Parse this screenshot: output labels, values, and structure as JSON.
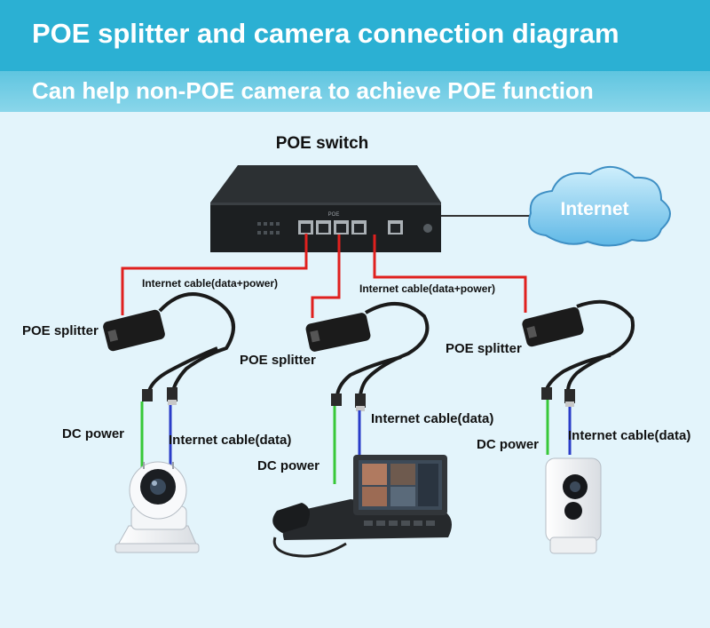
{
  "header": {
    "title": "POE splitter and camera connection diagram",
    "subtitle": "Can help non-POE camera to achieve POE function"
  },
  "diagram": {
    "switch_label": "POE switch",
    "switch_badge": "POE",
    "internet_label": "Internet",
    "cable_labels": {
      "left": "Internet cable(data+power)",
      "right": "Internet cable(data+power)"
    },
    "splitters": [
      {
        "label": "POE splitter"
      },
      {
        "label": "POE splitter"
      },
      {
        "label": "POE splitter"
      }
    ],
    "devices": {
      "left": {
        "dc": "DC power",
        "data": "Internet cable(data)"
      },
      "middle": {
        "dc": "DC power",
        "data": "Internet cable(data)"
      },
      "right": {
        "dc": "DC power",
        "data": "Internet cable(data)"
      }
    }
  },
  "colors": {
    "banner_dark": "#2bb0d3",
    "banner_light": "#7fd1e8",
    "background": "#e3f4fb",
    "power_cable": "#e0201e",
    "dc_cable": "#38c838",
    "data_cable": "#2a3cc8",
    "network_line": "#333333"
  }
}
